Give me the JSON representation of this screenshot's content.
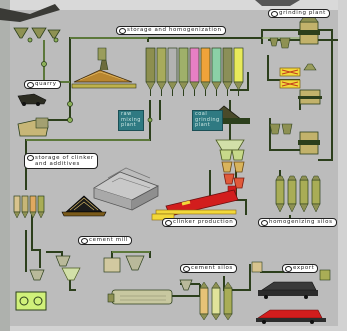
{
  "labels": {
    "storage_homogenization": "storage and homogenization",
    "grinding_plant": "grinding plant",
    "quarry": "quarry",
    "raw_mixing_plant_line1": "raw",
    "raw_mixing_plant_line2": "mixing",
    "raw_mixing_plant_line3": "plant",
    "coal_grinding_line1": "coal",
    "coal_grinding_line2": "grinding",
    "coal_grinding_line3": "plant",
    "storage_clinker_line1": "storage of clinker",
    "storage_clinker_line2": "and additives",
    "cement_mill": "cement mill",
    "clinker_production": "clinker production",
    "homogenizing_silos": "homogenizing silos",
    "cement_silos": "cement silos",
    "export": "export"
  },
  "colors": {
    "background": "#bcbcbc",
    "pipe": "#2c3f1c",
    "pipe_light": "#8db15a",
    "silo_olive": "#a9ad56",
    "teal_box": "#2f7a82",
    "kiln_red": "#d21d1d",
    "kiln_yellow": "#f2d83a"
  },
  "storage_silo_colors": [
    "#8d8f4f",
    "#a8ab5c",
    "#b2b2b2",
    "#9fb06a",
    "#e77fc4",
    "#f0a33a",
    "#8bd0a7",
    "#8b8f58",
    "#e8ea5a"
  ]
}
